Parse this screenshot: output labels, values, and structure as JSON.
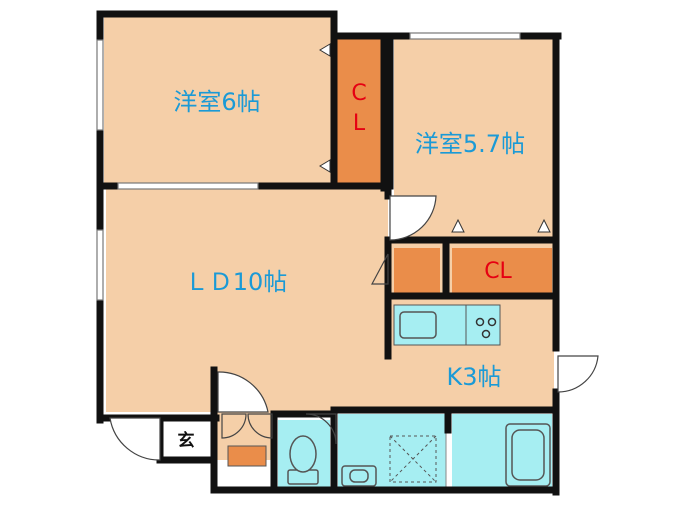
{
  "rooms": {
    "western_room_1": "洋室6帖",
    "western_room_2": "洋室5.7帖",
    "living_dining": "ＬＤ10帖",
    "kitchen": "K3帖",
    "closet_1_line1": "C",
    "closet_1_line2": "L",
    "closet_2": "CL",
    "entrance": "玄"
  },
  "colors": {
    "room_floor": "#f5cfa8",
    "closet": "#ea8d4a",
    "bath_area": "#a6eef2",
    "wall": "#111111",
    "label": "#1b9ad6",
    "closet_label": "#e60012"
  }
}
